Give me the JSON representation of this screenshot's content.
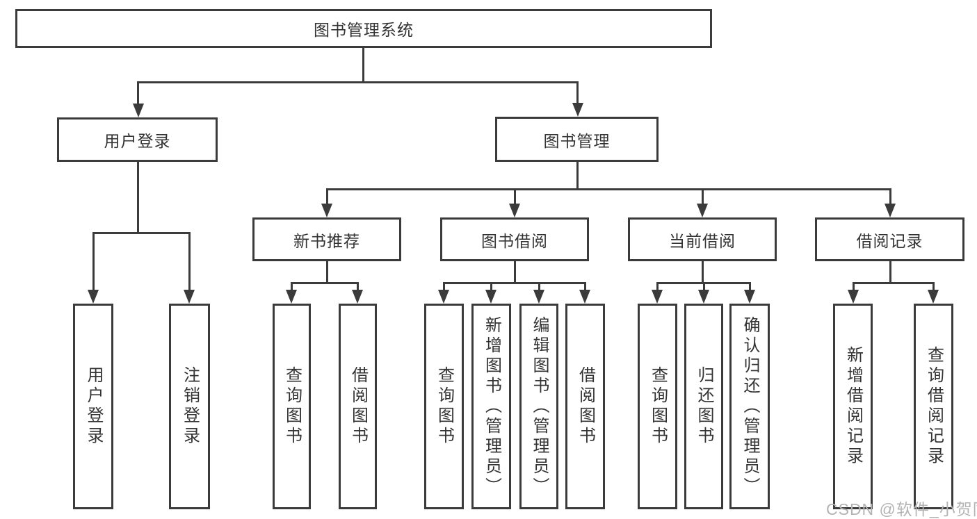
{
  "tree": {
    "label": "图书管理系统",
    "children": [
      {
        "label": "用户登录",
        "children": [
          {
            "label": "用户登录"
          },
          {
            "label": "注销登录"
          }
        ]
      },
      {
        "label": "图书管理",
        "children": [
          {
            "label": "新书推荐",
            "children": [
              {
                "label": "查询图书"
              },
              {
                "label": "借阅图书"
              }
            ]
          },
          {
            "label": "图书借阅",
            "children": [
              {
                "label": "查询图书"
              },
              {
                "label": "新增图书（管理员）"
              },
              {
                "label": "编辑图书（管理员）"
              },
              {
                "label": "借阅图书"
              }
            ]
          },
          {
            "label": "当前借阅",
            "children": [
              {
                "label": "查询图书"
              },
              {
                "label": "归还图书"
              },
              {
                "label": "确认归还（管理员）"
              }
            ]
          },
          {
            "label": "借阅记录",
            "children": [
              {
                "label": "新增借阅记录"
              },
              {
                "label": "查询借阅记录"
              }
            ]
          }
        ]
      }
    ]
  },
  "watermark": {
    "text": "CSDN @软件_小贺同学"
  },
  "colors": {
    "line": "#3b3b3b",
    "text": "#333333",
    "watermark": "#b3b3b3",
    "background": "#ffffff"
  }
}
